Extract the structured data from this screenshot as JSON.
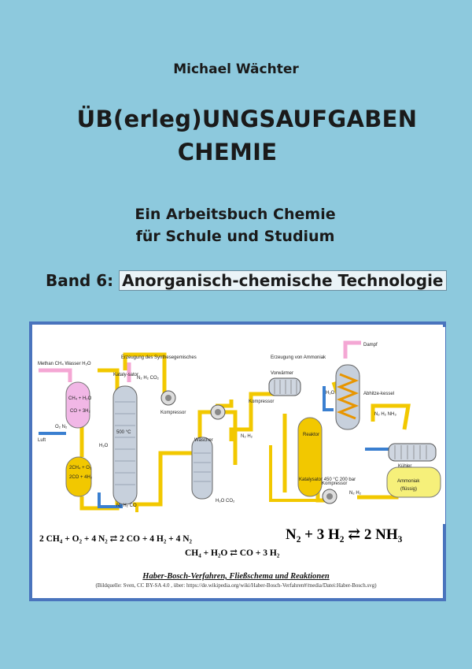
{
  "cover": {
    "author": "Michael Wächter",
    "title_line1": "ÜB(erleg)UNGSAUFGABEN",
    "title_line2": "CHEMIE",
    "subtitle_line1": "Ein Arbeitsbuch Chemie",
    "subtitle_line2": "für Schule und Studium",
    "band_label": "Band 6:",
    "band_topic": "Anorganisch-chemische Technologie"
  },
  "figure": {
    "heading_left": "Erzeugung des Synthesegemisches",
    "heading_right": "Erzeugung von Ammoniak",
    "labels": {
      "inlet": "Methan CH₄ Wasser H₂O",
      "reformer_top": "CH₄ + H₂O",
      "reformer_bottom": "CO + 3H₂",
      "o2n2": "O₂ N₂",
      "luft": "Luft",
      "second_top": "2CH₄ + O₂",
      "second_bottom": "2CO + 4H₂",
      "katalysator": "Kataly-sator",
      "temp500": "500 °C",
      "kompressor": "Kompressor",
      "n2h2co2": "N₂ H₂ CO₂",
      "h2o": "H₂O",
      "n2h2co": "N₂ H₂ CO",
      "waescher": "Wäscher",
      "h2oco2": "H₂O CO₂",
      "n2h2": "N₂ H₂",
      "vorwaermer": "Vorwärmer",
      "reaktor": "Reaktor",
      "katalysator2": "Katalysator 450 °C 200 bar",
      "dampf": "Dampf",
      "abhitzekessel": "Abhitze-kessel",
      "n2h2nh3": "N₂ H₂ NH₃",
      "kuehler": "Kühler",
      "ammoniak": "Ammoniak",
      "fluessig": "(flüssig)"
    },
    "equation1": "2 CH₄ + O₂ + 4 N₂ ⇄ 2 CO + 4 H₂ + 4 N₂",
    "equation2": "CH₄ + H₂O ⇄ CO + 3 H₂",
    "equation3": "N₂ + 3 H₂ ⇄ 2 NH₃",
    "caption": "Haber-Bosch-Verfahren, Fließschema und Reaktionen",
    "source": "(Bildquelle: Sven, CC BY-SA 4.0 , über: https://de.wikipedia.org/wiki/Haber-Bosch-Verfahren#/media/Datei:Haber-Bosch.svg)"
  },
  "colors": {
    "background": "#8dc9dd",
    "frame": "#4a74bd",
    "pipe_yellow": "#f0c800",
    "pipe_blue": "#3a7fd0",
    "steam_pink": "#f4a7d4"
  }
}
